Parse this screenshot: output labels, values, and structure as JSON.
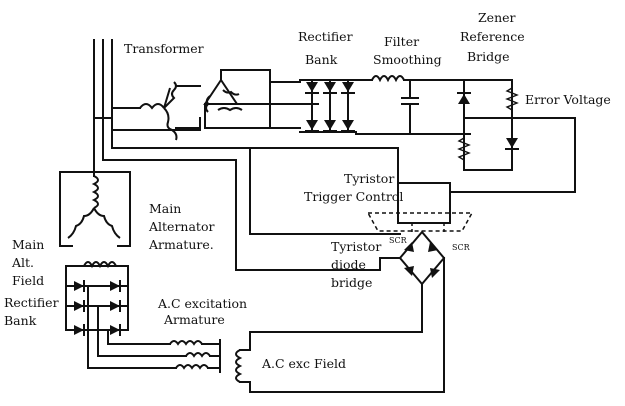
{
  "labels": {
    "transformer": "Transformer",
    "rectifier_bank_top_1": "Rectifier",
    "rectifier_bank_top_2": "Bank",
    "filter_1": "Filter",
    "filter_2": "Smoothing",
    "zener_1": "Zener",
    "zener_2": "Reference",
    "zener_3": "Bridge",
    "error_voltage": "Error Voltage",
    "main_alt_armature_1": "Main",
    "main_alt_armature_2": "Alternator",
    "main_alt_armature_3": "Armature.",
    "tyristor_trigger_1": "Tyristor",
    "tyristor_trigger_2": "Trigger Control",
    "tyristor_bridge_1": "Tyristor",
    "tyristor_bridge_2": "diode",
    "tyristor_bridge_3": "bridge",
    "scr_left": "SCR",
    "scr_right": "SCR",
    "main_alt_field_1": "Main",
    "main_alt_field_2": "Alt.",
    "main_alt_field_3": "Field",
    "rectifier_bank_bottom_1": "Rectifier",
    "rectifier_bank_bottom_2": "Bank",
    "ac_excitation_1": "A.C excitation",
    "ac_excitation_2": "Armature",
    "ac_exc_field": "A.C exc Field"
  }
}
